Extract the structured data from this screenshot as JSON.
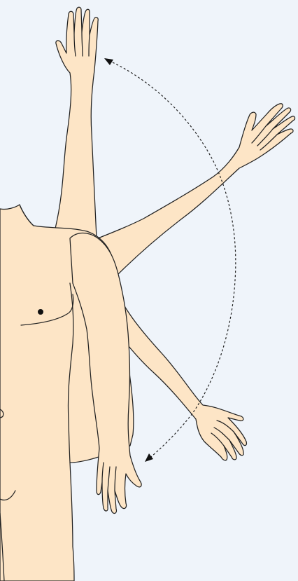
{
  "figure": {
    "subject": "shoulder-abduction-range-of-motion",
    "colors": {
      "background": "#eff4fa",
      "skin": "#fde5c6",
      "outline": "#222222"
    },
    "arm_positions": [
      "raised-overhead",
      "abducted-diagonal",
      "lowered-diagonal",
      "resting-at-side"
    ],
    "motion_arrow": "dashed-curved-double-arrow"
  }
}
